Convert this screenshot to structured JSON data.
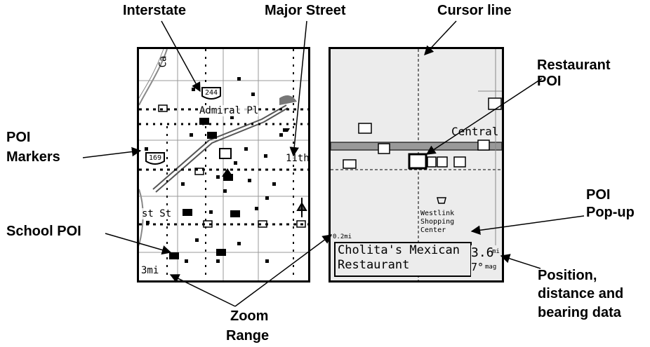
{
  "callouts": {
    "interstate": "Interstate",
    "major_street": "Major Street",
    "cursor_line": "Cursor line",
    "restaurant_poi": [
      "Restaurant",
      "POI"
    ],
    "poi_markers": [
      "POI",
      "Markers"
    ],
    "poi_popup": [
      "POI",
      "Pop-up"
    ],
    "school_poi": "School POI",
    "zoom_range": [
      "Zoom",
      "Range"
    ],
    "position_data": [
      "Position,",
      "distance and",
      "bearing data"
    ]
  },
  "left_map": {
    "shield_244": "244",
    "shield_169": "169",
    "street_admiral": "Admiral Pl",
    "street_11th": "11th",
    "street_1st": "st St",
    "street_ca": "Ca",
    "zoom_label": "3mi"
  },
  "right_map": {
    "street_central": "Central",
    "shopping_center": [
      "Westlink",
      "Shopping",
      "Center"
    ],
    "zoom_small": "0.2mi",
    "popup_line1": "Cholita's Mexican",
    "popup_line2": "Restaurant",
    "distance_value": "3.6",
    "distance_unit": "mi",
    "bearing_value": "7°",
    "bearing_unit": "mag"
  },
  "colors": {
    "screen_bg": "#ececec",
    "road_gray": "#888888",
    "ink": "#000000"
  },
  "icons": [
    "restaurant-icon",
    "school-icon",
    "bank-icon",
    "airport-icon",
    "shopping-cart-icon",
    "interstate-shield-icon"
  ]
}
